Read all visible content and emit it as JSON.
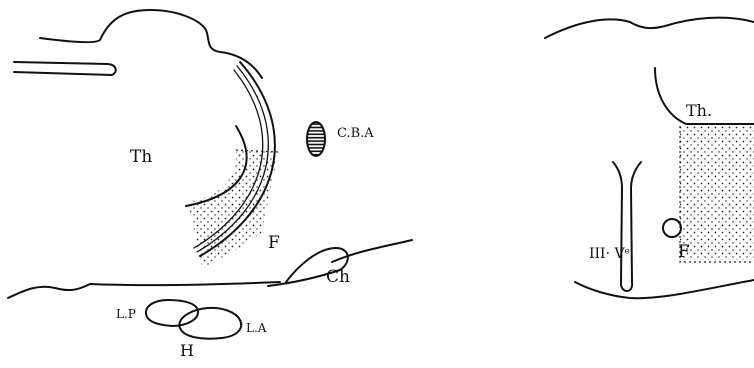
{
  "left_panel": {
    "label_th": "Th",
    "label_f": "F",
    "label_cba": "C.B.A",
    "label_ch": "Ch",
    "label_lp": "L.P",
    "label_la": "L.A",
    "label_h": "H"
  },
  "right_panel": {
    "label_th": "Th.",
    "label_f": "F",
    "label_ventricle": "III· Vᵉ"
  }
}
